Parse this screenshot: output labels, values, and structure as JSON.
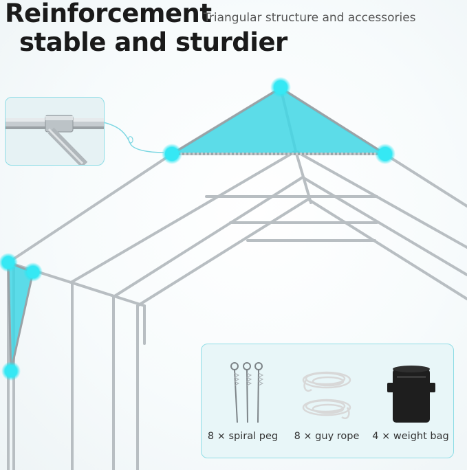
{
  "header": {
    "title_line1": "Reinforcement",
    "title_line2": "stable and sturdier",
    "subtitle": "Triangular structure and accessories"
  },
  "accessories": [
    {
      "label": "8 × spiral peg",
      "icon": "spiral-peg-icon"
    },
    {
      "label": "8 × guy rope",
      "icon": "guy-rope-icon"
    },
    {
      "label": "4 × weight bag",
      "icon": "weight-bag-icon"
    }
  ],
  "colors": {
    "accent": "#2ee6f2",
    "accent_fill": "#3fd6e4",
    "frame": "#b8bec2",
    "card_border": "#8fdde6",
    "card_bg": "#e8f6f8",
    "text": "#1a1a1a"
  }
}
